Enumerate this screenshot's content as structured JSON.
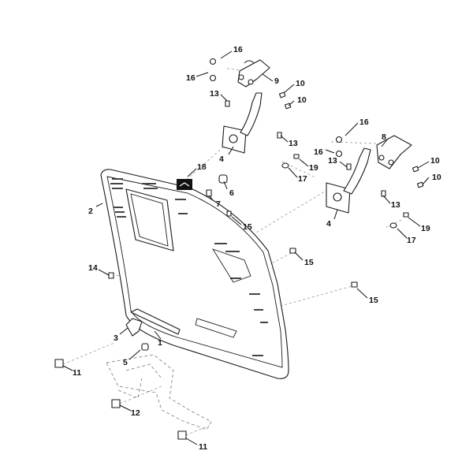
{
  "diagram": {
    "labels": {
      "l1": "1",
      "l2": "2",
      "l3": "3",
      "l4a": "4",
      "l4b": "4",
      "l5": "5",
      "l6": "6",
      "l7": "7",
      "l8": "8",
      "l9": "9",
      "l10a": "10",
      "l10b": "10",
      "l10c": "10",
      "l10d": "10",
      "l11a": "11",
      "l11b": "11",
      "l12": "12",
      "l13a": "13",
      "l13b": "13",
      "l13c": "13",
      "l13d": "13",
      "l14": "14",
      "l15a": "15",
      "l15b": "15",
      "l15c": "15",
      "l16a": "16",
      "l16b": "16",
      "l16c": "16",
      "l16d": "16",
      "l17a": "17",
      "l17b": "17",
      "l18": "18",
      "l19a": "19",
      "l19b": "19"
    }
  }
}
